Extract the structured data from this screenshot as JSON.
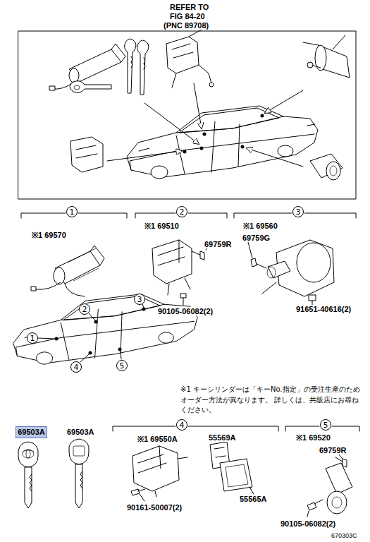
{
  "diagram": {
    "nodes": [
      {
        "text": [
          "1"
        ]
      },
      {
        "text": [
          "2"
        ]
      },
      {
        "text": [
          "3"
        ]
      },
      {
        "text": [
          "3"
        ]
      },
      {
        "text": [
          "2"
        ]
      },
      {
        "text": [
          "1"
        ]
      },
      {
        "text": [
          "5"
        ]
      },
      {
        "text": [
          "4"
        ]
      },
      {
        "text": [
          "69503A"
        ]
      },
      {
        "text": [
          "4"
        ]
      },
      {
        "text": [
          "5"
        ]
      }
    ],
    "labels": [
      "REFER TO",
      "FIG 84-20",
      "(PNC 89708)",
      "※1 69570",
      "※1 69510",
      "69759R",
      "90105-06082(2)",
      "※1 69560",
      "69759G",
      "91651-40616(2)",
      "※1 キーシリンダーは「キーNo.指定」の受注生産のため オーダー方法が異なります。 詳しくは、共販店にお尋ねください。",
      "69503A",
      "※1 69550A",
      "55569A",
      "90161-50007(2)",
      "55565A",
      "※1 69520",
      "69759R",
      "90105-06082(2)",
      "670303C"
    ]
  }
}
